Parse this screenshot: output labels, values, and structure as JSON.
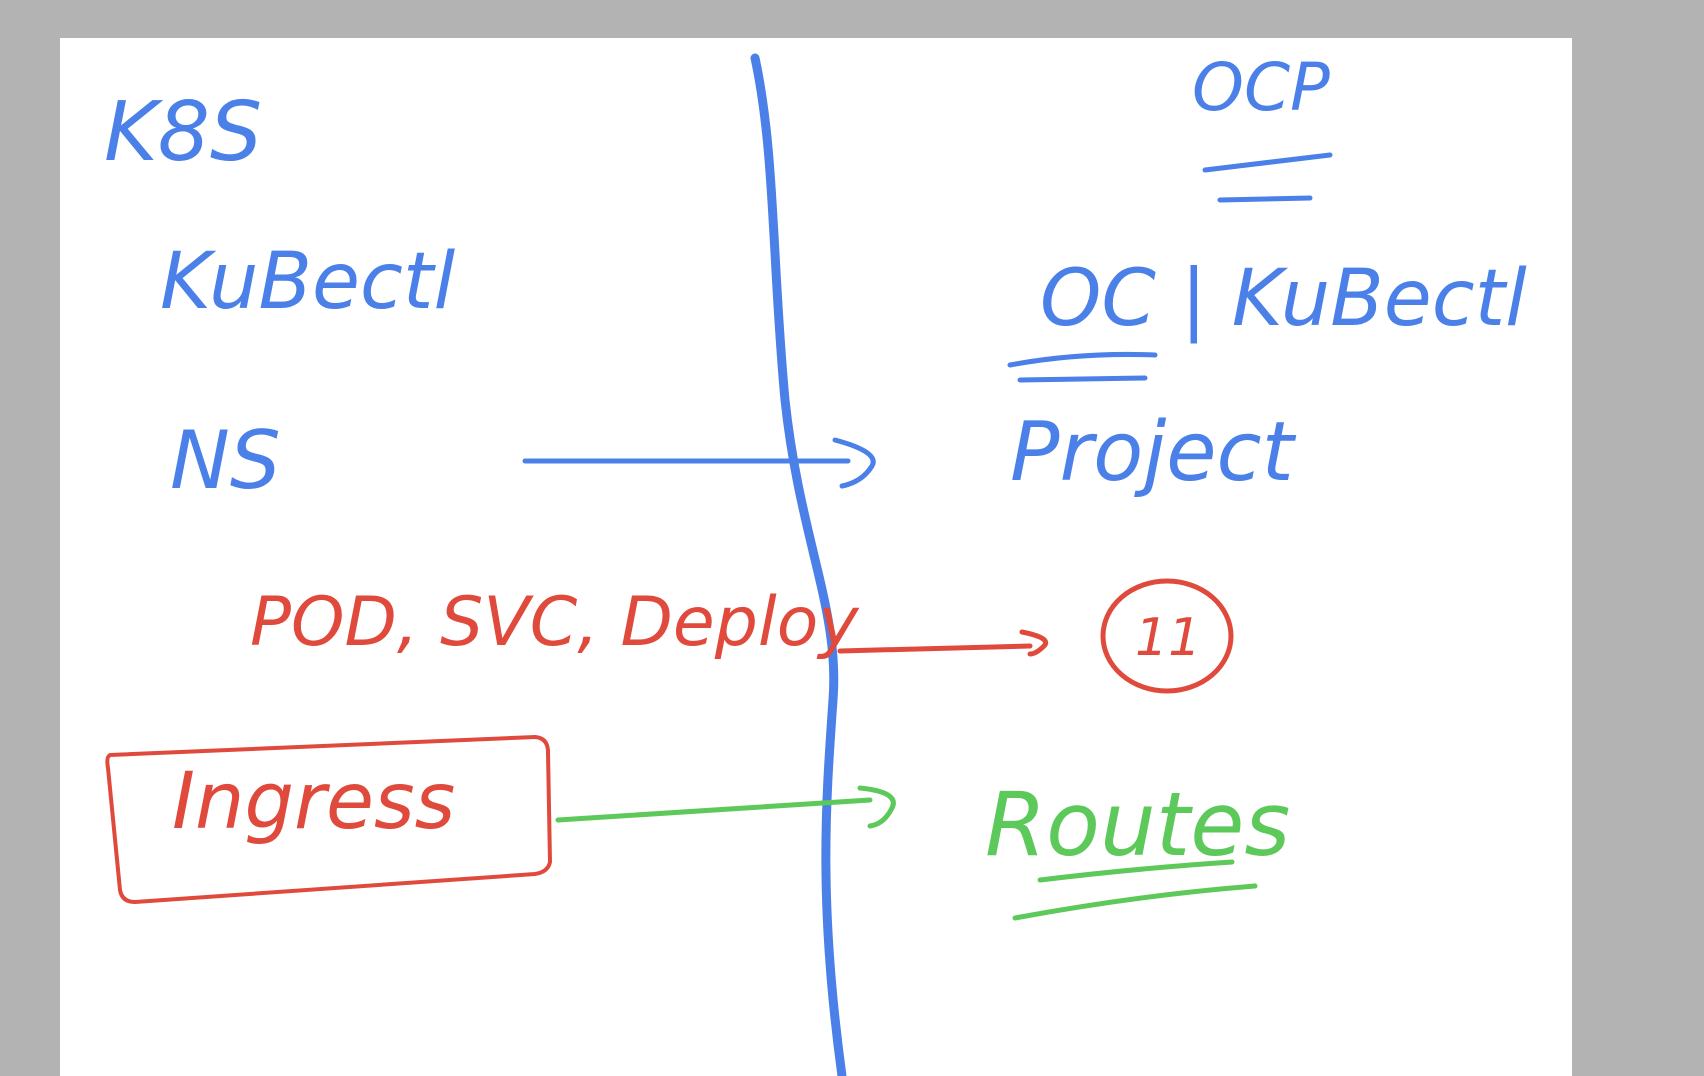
{
  "colors": {
    "blue": "#4a80e8",
    "red": "#e04a3c",
    "green": "#5cc95a",
    "background": "#b3b3b3",
    "canvas": "#ffffff"
  },
  "left": {
    "heading": "K8S",
    "cli": "KuBectl",
    "namespace": "NS",
    "resources": "POD, SVC, Deploy",
    "ingress": "Ingress"
  },
  "right": {
    "heading": "OCP",
    "cli": "OC | KuBectl",
    "namespace": "Project",
    "resources": "11",
    "ingress": "Routes"
  }
}
